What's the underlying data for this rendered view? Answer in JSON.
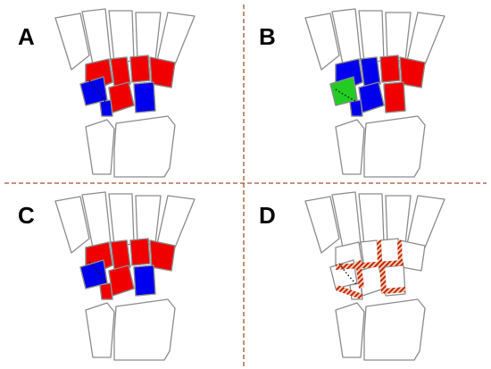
{
  "panels": [
    {
      "label": "A"
    },
    {
      "label": "B"
    },
    {
      "label": "C"
    },
    {
      "label": "D"
    }
  ],
  "colors": {
    "red": "#f00000",
    "blue": "#0000ee",
    "green": "#22cc22",
    "outline": "#8c8c8c",
    "joint_stripe_a": "#cc1f1f",
    "joint_stripe_b": "#e8d8a0",
    "divider": "#a0522d",
    "background": "#ffffff"
  }
}
